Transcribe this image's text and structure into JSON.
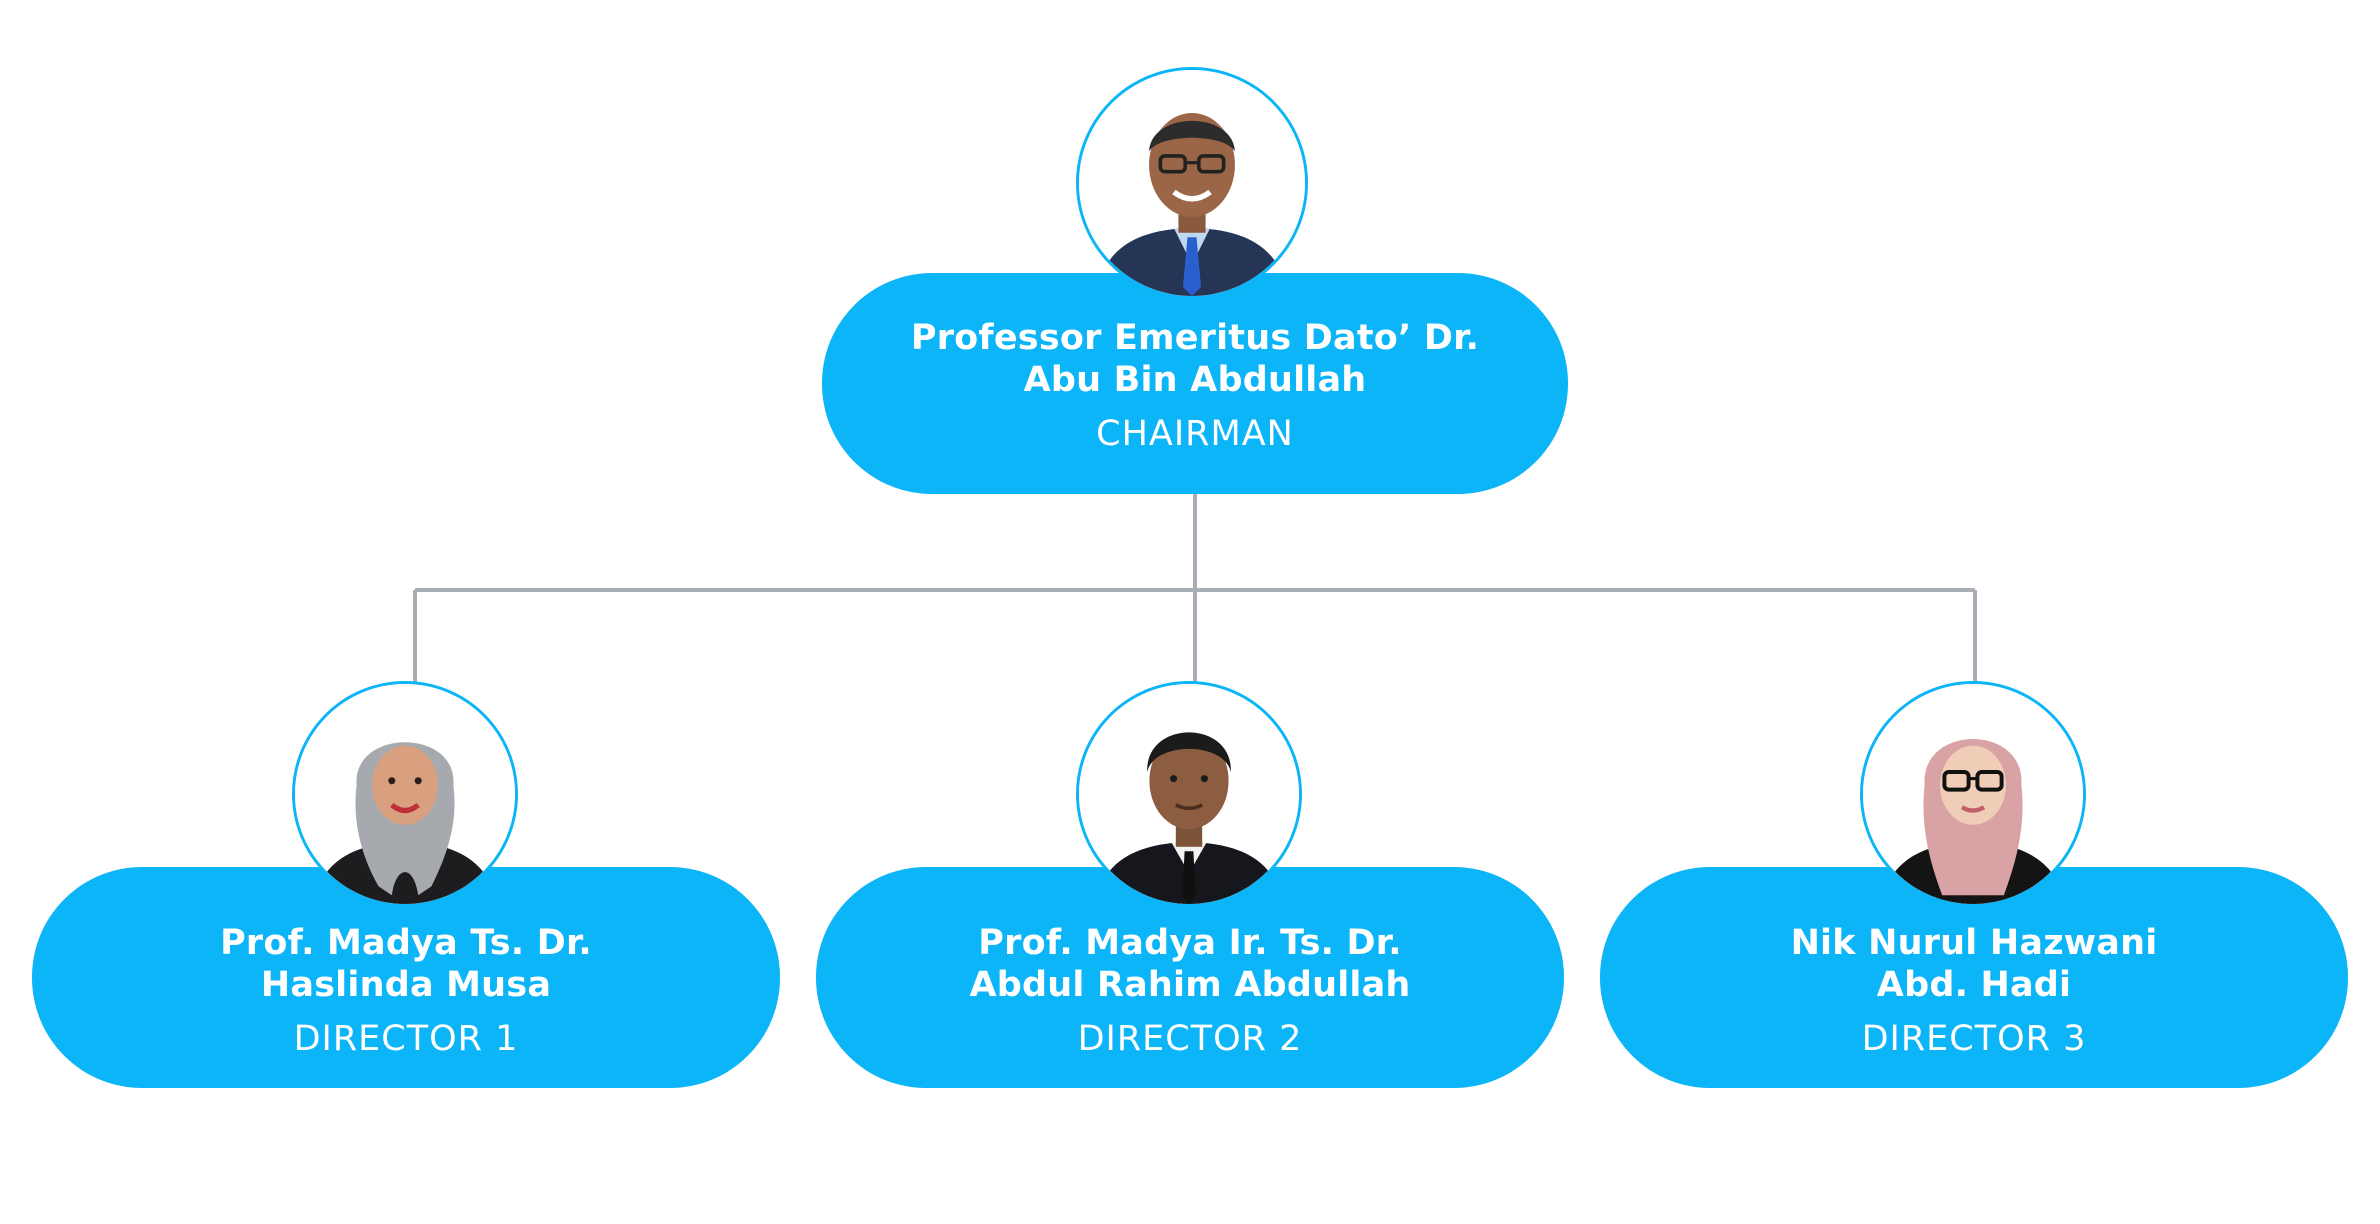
{
  "chart": {
    "chairman": {
      "name_line1": "Professor Emeritus Dato’ Dr.",
      "name_line2": "Abu Bin Abdullah",
      "role": "CHAIRMAN",
      "photo_icon": "man-portrait-icon"
    },
    "directors": [
      {
        "name_line1": "Prof. Madya Ts. Dr.",
        "name_line2": "Haslinda Musa",
        "role": "DIRECTOR 1",
        "photo_icon": "woman-hijab-portrait-icon"
      },
      {
        "name_line1": "Prof. Madya Ir. Ts. Dr.",
        "name_line2": "Abdul Rahim Abdullah",
        "role": "DIRECTOR 2",
        "photo_icon": "man-portrait-icon"
      },
      {
        "name_line1": "Nik Nurul Hazwani",
        "name_line2": "Abd. Hadi",
        "role": "DIRECTOR 3",
        "photo_icon": "woman-hijab-portrait-icon"
      }
    ]
  },
  "colors": {
    "pill": "#0cb4f8",
    "connector": "#a8aeb6",
    "text": "#ffffff"
  }
}
